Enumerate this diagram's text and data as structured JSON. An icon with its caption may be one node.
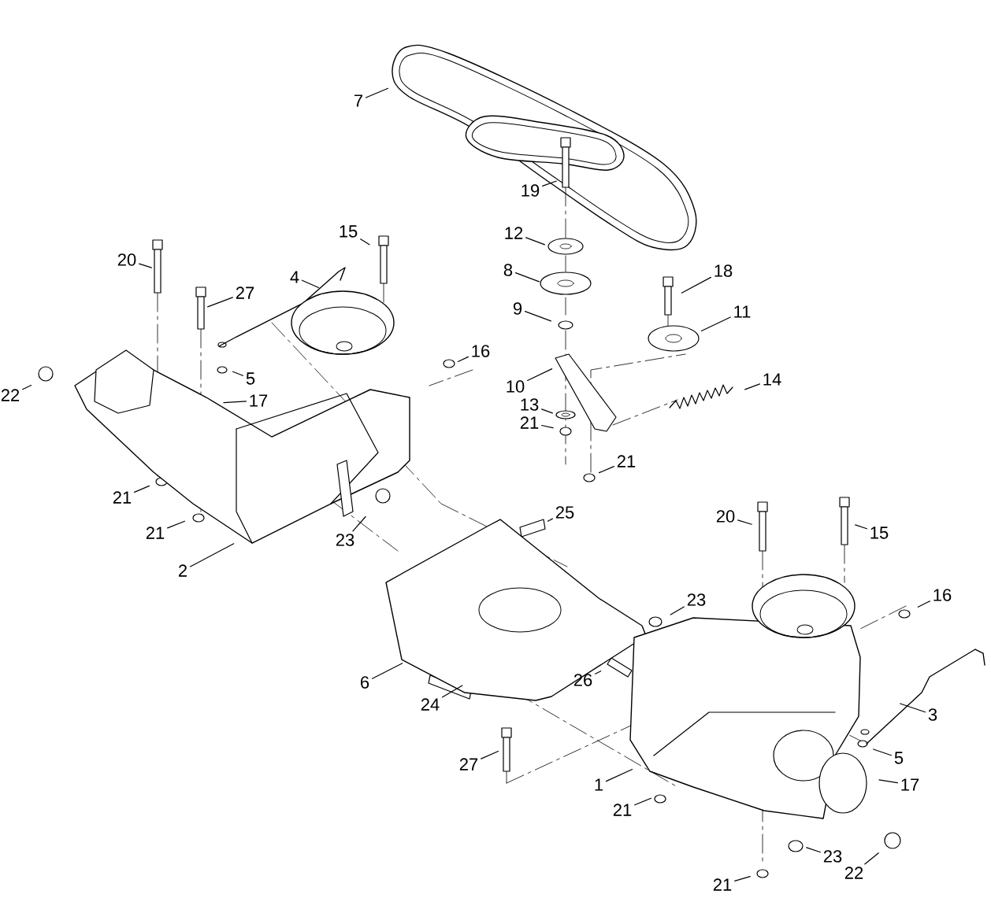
{
  "diagram": {
    "nodes": [
      {
        "text": [
          "19"
        ]
      },
      {
        "text": [
          "7"
        ]
      },
      {
        "text": [
          "15"
        ]
      },
      {
        "text": [
          "12"
        ]
      },
      {
        "text": [
          "20"
        ]
      },
      {
        "text": [
          "8"
        ]
      },
      {
        "text": [
          "18"
        ]
      },
      {
        "text": [
          "4"
        ]
      },
      {
        "text": [
          "27"
        ]
      },
      {
        "text": [
          "9"
        ]
      },
      {
        "text": [
          "11"
        ]
      },
      {
        "text": [
          "16"
        ]
      },
      {
        "text": [
          "5"
        ]
      },
      {
        "text": [
          "14"
        ]
      },
      {
        "text": [
          "10"
        ]
      },
      {
        "text": [
          "22"
        ]
      },
      {
        "text": [
          "17"
        ]
      },
      {
        "text": [
          "13"
        ]
      },
      {
        "text": [
          "21"
        ]
      },
      {
        "text": [
          "21"
        ]
      },
      {
        "text": [
          "21"
        ]
      },
      {
        "text": [
          "25"
        ]
      },
      {
        "text": [
          "20"
        ]
      },
      {
        "text": [
          "21"
        ]
      },
      {
        "text": [
          "15"
        ]
      },
      {
        "text": [
          "23"
        ]
      },
      {
        "text": [
          "2"
        ]
      },
      {
        "text": [
          "16"
        ]
      },
      {
        "text": [
          "23"
        ]
      },
      {
        "text": [
          "26"
        ]
      },
      {
        "text": [
          "6"
        ]
      },
      {
        "text": [
          "24"
        ]
      },
      {
        "text": [
          "3"
        ]
      },
      {
        "text": [
          "5"
        ]
      },
      {
        "text": [
          "27"
        ]
      },
      {
        "text": [
          "1"
        ]
      },
      {
        "text": [
          "17"
        ]
      },
      {
        "text": [
          "21"
        ]
      },
      {
        "text": [
          "23"
        ]
      },
      {
        "text": [
          "22"
        ]
      },
      {
        "text": [
          "21"
        ]
      }
    ],
    "edges": [
      {
        "from": 0,
        "to": null,
        "arrow": "none"
      },
      {
        "from": 1,
        "to": null,
        "arrow": "none"
      },
      {
        "from": 2,
        "to": null,
        "arrow": "none"
      },
      {
        "from": 3,
        "to": null,
        "arrow": "none"
      },
      {
        "from": 4,
        "to": null,
        "arrow": "none"
      },
      {
        "from": 5,
        "to": null,
        "arrow": "none"
      },
      {
        "from": 6,
        "to": null,
        "arrow": "none"
      },
      {
        "from": 7,
        "to": null,
        "arrow": "none"
      },
      {
        "from": 8,
        "to": null,
        "arrow": "none"
      },
      {
        "from": 9,
        "to": null,
        "arrow": "none"
      },
      {
        "from": 10,
        "to": null,
        "arrow": "none"
      },
      {
        "from": 11,
        "to": null,
        "arrow": "none"
      },
      {
        "from": 12,
        "to": null,
        "arrow": "none"
      },
      {
        "from": 13,
        "to": null,
        "arrow": "none"
      },
      {
        "from": 14,
        "to": null,
        "arrow": "none"
      },
      {
        "from": 15,
        "to": null,
        "arrow": "none"
      },
      {
        "from": 16,
        "to": null,
        "arrow": "none"
      },
      {
        "from": 17,
        "to": null,
        "arrow": "none"
      },
      {
        "from": 18,
        "to": null,
        "arrow": "none"
      },
      {
        "from": 19,
        "to": null,
        "arrow": "none"
      },
      {
        "from": 20,
        "to": null,
        "arrow": "none"
      },
      {
        "from": 21,
        "to": null,
        "arrow": "none"
      },
      {
        "from": 22,
        "to": null,
        "arrow": "none"
      },
      {
        "from": 23,
        "to": null,
        "arrow": "none"
      },
      {
        "from": 24,
        "to": null,
        "arrow": "none"
      },
      {
        "from": 25,
        "to": null,
        "arrow": "none"
      },
      {
        "from": 26,
        "to": null,
        "arrow": "none"
      },
      {
        "from": 27,
        "to": null,
        "arrow": "none"
      },
      {
        "from": 28,
        "to": null,
        "arrow": "none"
      },
      {
        "from": 29,
        "to": null,
        "arrow": "none"
      },
      {
        "from": 30,
        "to": null,
        "arrow": "none"
      },
      {
        "from": 31,
        "to": null,
        "arrow": "none"
      },
      {
        "from": 32,
        "to": null,
        "arrow": "none"
      },
      {
        "from": 33,
        "to": null,
        "arrow": "none"
      },
      {
        "from": 34,
        "to": null,
        "arrow": "none"
      },
      {
        "from": 35,
        "to": null,
        "arrow": "none"
      },
      {
        "from": 36,
        "to": null,
        "arrow": "none"
      },
      {
        "from": 37,
        "to": null,
        "arrow": "none"
      },
      {
        "from": 38,
        "to": null,
        "arrow": "none"
      },
      {
        "from": 39,
        "to": null,
        "arrow": "none"
      },
      {
        "from": 40,
        "to": null,
        "arrow": "none"
      }
    ]
  }
}
